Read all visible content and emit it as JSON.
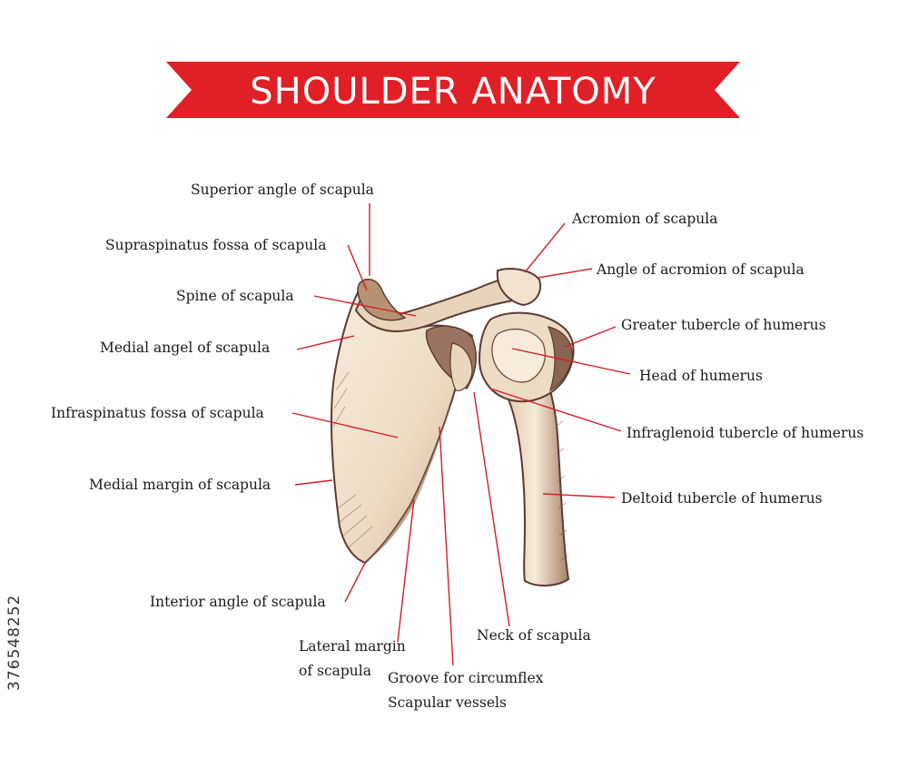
{
  "title": "SHOULDER ANATOMY",
  "colors": {
    "banner": "#e01f26",
    "leader": "#d51d27",
    "bone_light": "#f3e6d2",
    "bone_mid": "#ddc3a4",
    "bone_dark": "#8a6a55",
    "bone_outline": "#5b3b33"
  },
  "labels": {
    "superior_angle": "Superior angle of scapula",
    "supraspinatus_fossa": "Supraspinatus fossa of scapula",
    "spine": "Spine of scapula",
    "medial_angle": "Medial angel of scapula",
    "infraspinatus_fossa": "Infraspinatus fossa of scapula",
    "medial_margin": "Medial margin of scapula",
    "interior_angle": "Interior angle of scapula",
    "lateral_margin_1": "Lateral margin",
    "lateral_margin_2": "of scapula",
    "groove_1": "Groove for circumflex",
    "groove_2": "Scapular vessels",
    "neck": "Neck of scapula",
    "acromion": "Acromion of scapula",
    "acromion_angle": "Angle of acromion of scapula",
    "greater_tubercle": "Greater tubercle of humerus",
    "head_humerus": "Head of humerus",
    "infraglenoid": "Infraglenoid tubercle of humerus",
    "deltoid_tubercle": "Deltoid tubercle of humerus"
  },
  "stock_id": "376548252"
}
